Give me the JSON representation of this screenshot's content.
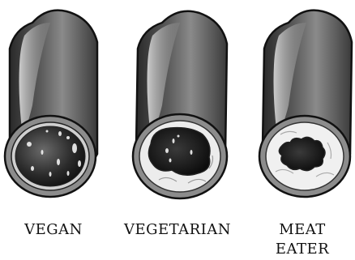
{
  "labels": {
    "vegan": "VEGAN",
    "vegetarian": "VEGETARIAN",
    "meat_line1": "MEAT",
    "meat_line2": "EATER"
  },
  "colors": {
    "tube_dark": "#3a3a3a",
    "tube_mid": "#7a7a7a",
    "tube_light": "#c8c8c8",
    "rim_outer": "#8c8c8c",
    "plaque": "#eeeeee",
    "lumen_dark": "#111111"
  }
}
